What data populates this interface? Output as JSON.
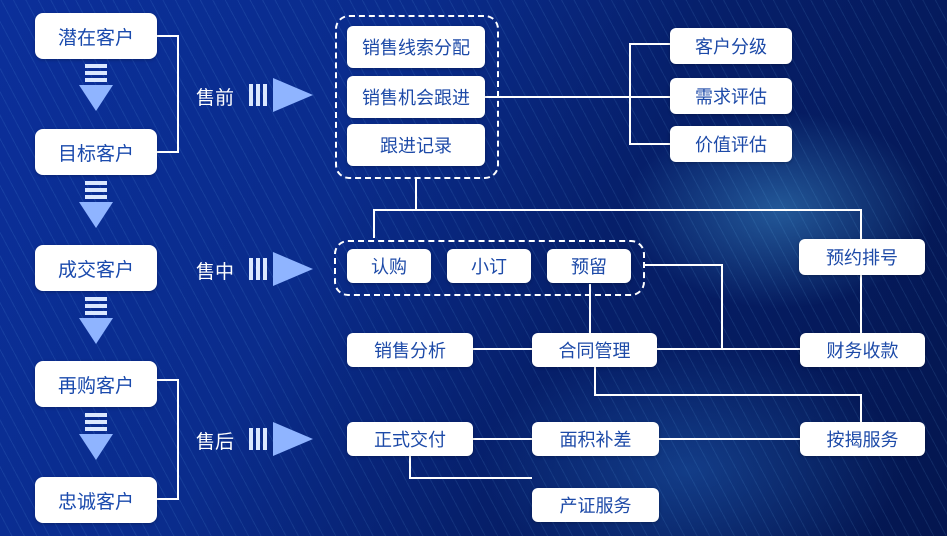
{
  "customers": [
    "潜在客户",
    "目标客户",
    "成交客户",
    "再购客户",
    "忠诚客户"
  ],
  "phases": {
    "pre": "售前",
    "mid": "售中",
    "post": "售后"
  },
  "pre_sale_items": [
    "销售线索分配",
    "销售机会跟进",
    "跟进记录"
  ],
  "evaluation_items": [
    "客户分级",
    "需求评估",
    "价值评估"
  ],
  "mid_sale_items": [
    "认购",
    "小订",
    "预留"
  ],
  "reservation": "预约排号",
  "sales_analysis": "销售分析",
  "contract_management": "合同管理",
  "finance_collection": "财务收款",
  "post_sale_items": {
    "delivery": "正式交付",
    "area_adjust": "面积补差",
    "mortgage": "按揭服务",
    "certificate": "产证服务"
  },
  "colors": {
    "accent": "#1d4aa8",
    "line": "#ffffff",
    "arrow": "#8fb4ff"
  }
}
